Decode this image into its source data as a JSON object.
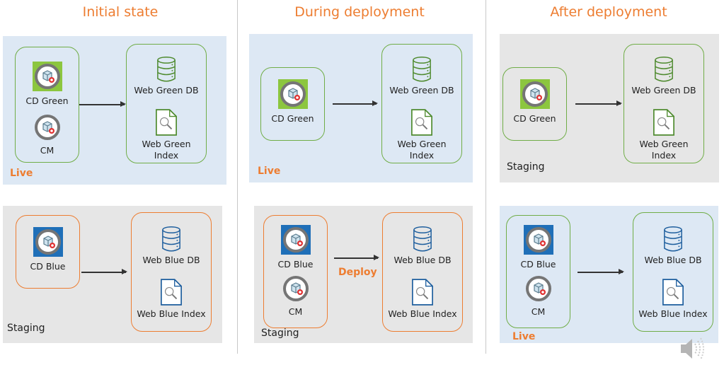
{
  "columns": [
    {
      "title": "Initial state",
      "top_env": {
        "type": "live",
        "label": "Live",
        "left_group": [
          {
            "name": "CD Green",
            "icon": "cd-server-icon",
            "badge": "green"
          },
          {
            "name": "CM",
            "icon": "cm-server-icon",
            "badge": "none"
          }
        ],
        "db": "Web Green DB",
        "index": "Web Green Index",
        "color": "green"
      },
      "bottom_env": {
        "type": "staging",
        "label": "Staging",
        "left_group": [
          {
            "name": "CD Blue",
            "icon": "cd-server-icon",
            "badge": "blue"
          }
        ],
        "db": "Web Blue DB",
        "index": "Web Blue Index",
        "color": "orange"
      }
    },
    {
      "title": "During deployment",
      "top_env": {
        "type": "live",
        "label": "Live",
        "left_group": [
          {
            "name": "CD Green",
            "icon": "cd-server-icon",
            "badge": "green"
          }
        ],
        "db": "Web Green DB",
        "index": "Web Green Index",
        "color": "green"
      },
      "bottom_env": {
        "type": "staging",
        "label": "Staging",
        "arrow_label": "Deploy",
        "left_group": [
          {
            "name": "CD Blue",
            "icon": "cd-server-icon",
            "badge": "blue"
          },
          {
            "name": "CM",
            "icon": "cm-server-icon",
            "badge": "none"
          }
        ],
        "db": "Web Blue DB",
        "index": "Web Blue Index",
        "color": "orange"
      }
    },
    {
      "title": "After deployment",
      "top_env": {
        "type": "staging",
        "label": "Staging",
        "left_group": [
          {
            "name": "CD Green",
            "icon": "cd-server-icon",
            "badge": "green"
          }
        ],
        "db": "Web Green DB",
        "index": "Web Green Index",
        "color": "green"
      },
      "bottom_env": {
        "type": "live",
        "label": "Live",
        "left_group": [
          {
            "name": "CD Blue",
            "icon": "cd-server-icon",
            "badge": "blue"
          },
          {
            "name": "CM",
            "icon": "cm-server-icon",
            "badge": "none"
          }
        ],
        "db": "Web Blue DB",
        "index": "Web Blue Index",
        "color": "green"
      }
    }
  ],
  "labels": {
    "c0_title": "Initial state",
    "c1_title": "During deployment",
    "c2_title": "After deployment",
    "cd_green": "CD Green",
    "cd_blue": "CD Blue",
    "cm": "CM",
    "web_green_db": "Web Green DB",
    "web_green_index_1": "Web Green",
    "web_green_index_2": "Index",
    "web_blue_db": "Web Blue DB",
    "web_blue_index": "Web Blue Index",
    "live": "Live",
    "staging": "Staging",
    "deploy": "Deploy"
  },
  "colors": {
    "accent_orange": "#ed7d31",
    "green": "#70ad47",
    "blue": "#1f5f9e",
    "live_bg": "#dde8f4",
    "staging_bg": "#e6e6e6"
  },
  "audio_icon": "speaker-icon"
}
